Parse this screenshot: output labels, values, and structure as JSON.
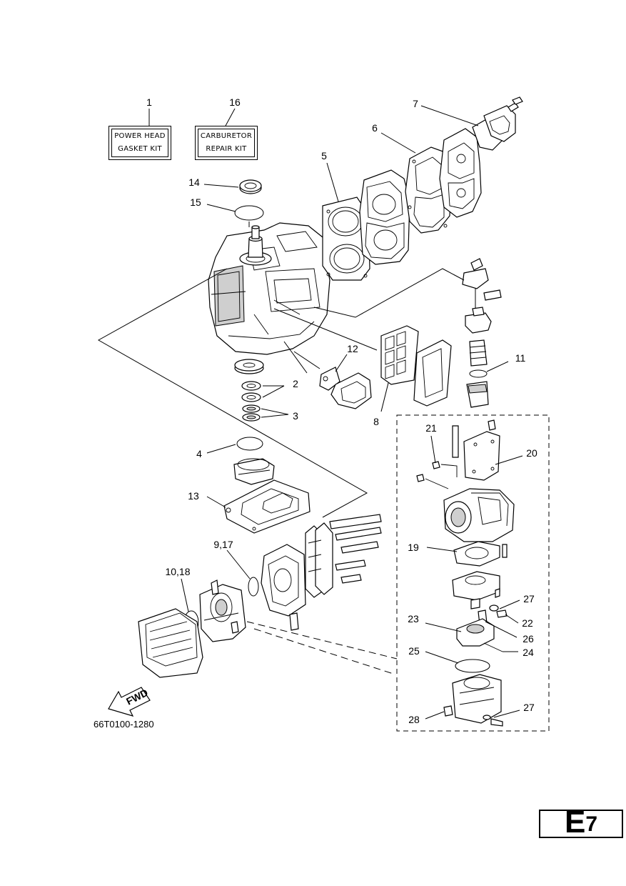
{
  "kits": {
    "power_head": {
      "line1": "POWER HEAD",
      "line2": "GASKET KIT"
    },
    "carburetor": {
      "line1": "CARBURETOR",
      "line2": "REPAIR KIT"
    }
  },
  "callouts": {
    "c1": "1",
    "c16": "16",
    "c7": "7",
    "c6": "6",
    "c5": "5",
    "c14": "14",
    "c15": "15",
    "c12": "12",
    "c11": "11",
    "c2": "2",
    "c3": "3",
    "c8": "8",
    "c21": "21",
    "c20": "20",
    "c4": "4",
    "c13": "13",
    "c9_17": "9,17",
    "c10_18": "10,18",
    "c19": "19",
    "c27a": "27",
    "c22": "22",
    "c23": "23",
    "c26": "26",
    "c25": "25",
    "c24": "24",
    "c27b": "27",
    "c28": "28"
  },
  "fwd_label": "FWD",
  "drawing_code": "66T0100-1280",
  "page_badge": {
    "letter": "E",
    "digit": "7"
  }
}
